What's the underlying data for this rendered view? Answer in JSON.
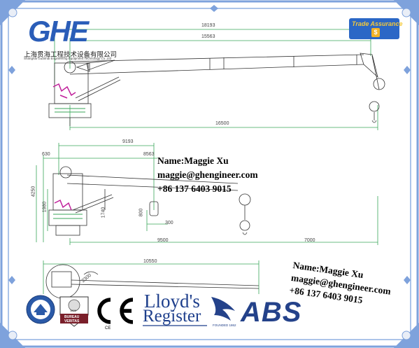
{
  "logo": {
    "mark": "GHE",
    "company_cn": "上海贯海工程技术设备有限公司",
    "company_en": "Shanghai Guanhai Engineering Equipment Technology Co.,Ltd"
  },
  "badge": {
    "label": "Trade Assurance",
    "symbol": "$"
  },
  "contact_primary": {
    "name": "Name:Maggie Xu",
    "email": "maggie@ghengineer.com",
    "phone": "+86 137 6403 9015"
  },
  "contact_secondary": {
    "name": "Name:Maggie Xu",
    "email": "maggie@ghengineer.com",
    "phone": "+86 137 6403 9015"
  },
  "dimensions": {
    "d1": "18193",
    "d2": "15563",
    "d3": "16500",
    "d4": "9193",
    "d5": "8563",
    "d6": "630",
    "d7": "4250",
    "d8": "1980",
    "d9": "1740",
    "d10": "800",
    "d11": "300",
    "d12": "9500",
    "d13": "7000",
    "d14": "10550",
    "d15": "2300"
  },
  "certifications": {
    "ce": "CE",
    "lloyds_line1": "Lloyd's",
    "lloyds_line2": "Register",
    "founded": "FOUNDED 1862",
    "abs": "ABS",
    "bv_top": "BUREAU",
    "bv_bottom": "VERITAS",
    "bv_year": "1828"
  },
  "colors": {
    "brand_blue": "#2a5db8",
    "frame_blue": "#7ea2dc",
    "line_green": "#3aa65a",
    "accent_magenta": "#c0209a",
    "lloyds_blue": "#1e3f8c",
    "abs_blue": "#24428a"
  }
}
